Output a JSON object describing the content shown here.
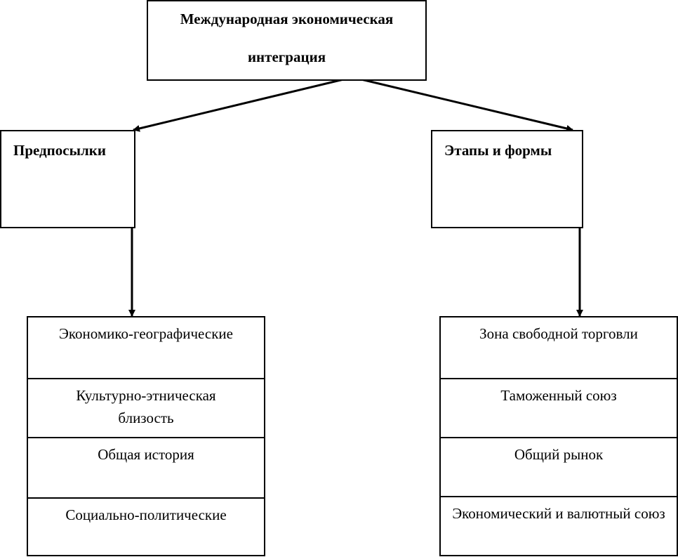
{
  "root": {
    "line1": "Международная экономическая",
    "line2": "интеграция"
  },
  "categories": {
    "left": {
      "title": "Предпосылки",
      "items": [
        "Экономико-географические",
        "Культурно-этническая близость",
        "Общая история",
        "Социально-политические"
      ]
    },
    "right": {
      "title": "Этапы и формы",
      "items": [
        "Зона свободной торговли",
        "Таможенный союз",
        "Общий рынок",
        "Экономический и валютный союз"
      ]
    }
  }
}
